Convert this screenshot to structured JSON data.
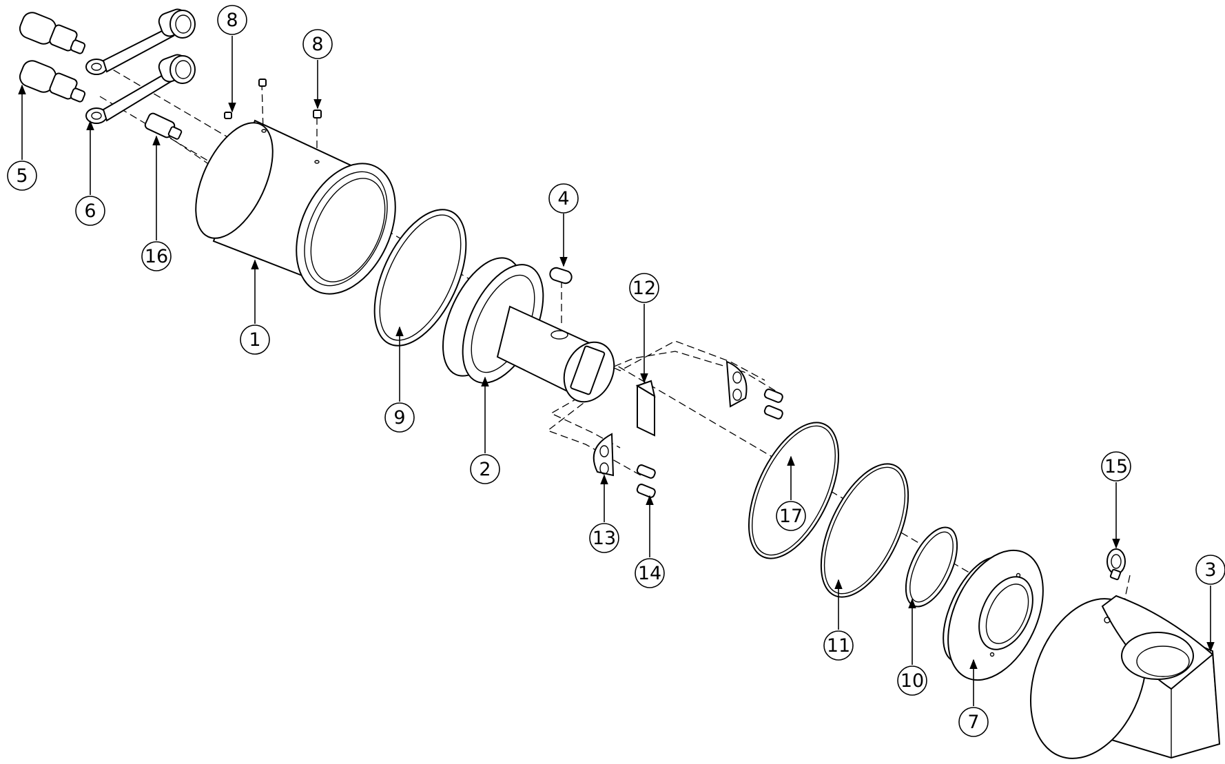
{
  "diagram": {
    "callouts": [
      {
        "id": "callout-1",
        "label": "1"
      },
      {
        "id": "callout-2",
        "label": "2"
      },
      {
        "id": "callout-3",
        "label": "3"
      },
      {
        "id": "callout-4",
        "label": "4"
      },
      {
        "id": "callout-5",
        "label": "5"
      },
      {
        "id": "callout-6",
        "label": "6"
      },
      {
        "id": "callout-7",
        "label": "7"
      },
      {
        "id": "callout-8a",
        "label": "8"
      },
      {
        "id": "callout-8b",
        "label": "8"
      },
      {
        "id": "callout-9",
        "label": "9"
      },
      {
        "id": "callout-10",
        "label": "10"
      },
      {
        "id": "callout-11",
        "label": "11"
      },
      {
        "id": "callout-12",
        "label": "12"
      },
      {
        "id": "callout-13",
        "label": "13"
      },
      {
        "id": "callout-14",
        "label": "14"
      },
      {
        "id": "callout-15",
        "label": "15"
      },
      {
        "id": "callout-16",
        "label": "16"
      },
      {
        "id": "callout-17",
        "label": "17"
      }
    ]
  }
}
